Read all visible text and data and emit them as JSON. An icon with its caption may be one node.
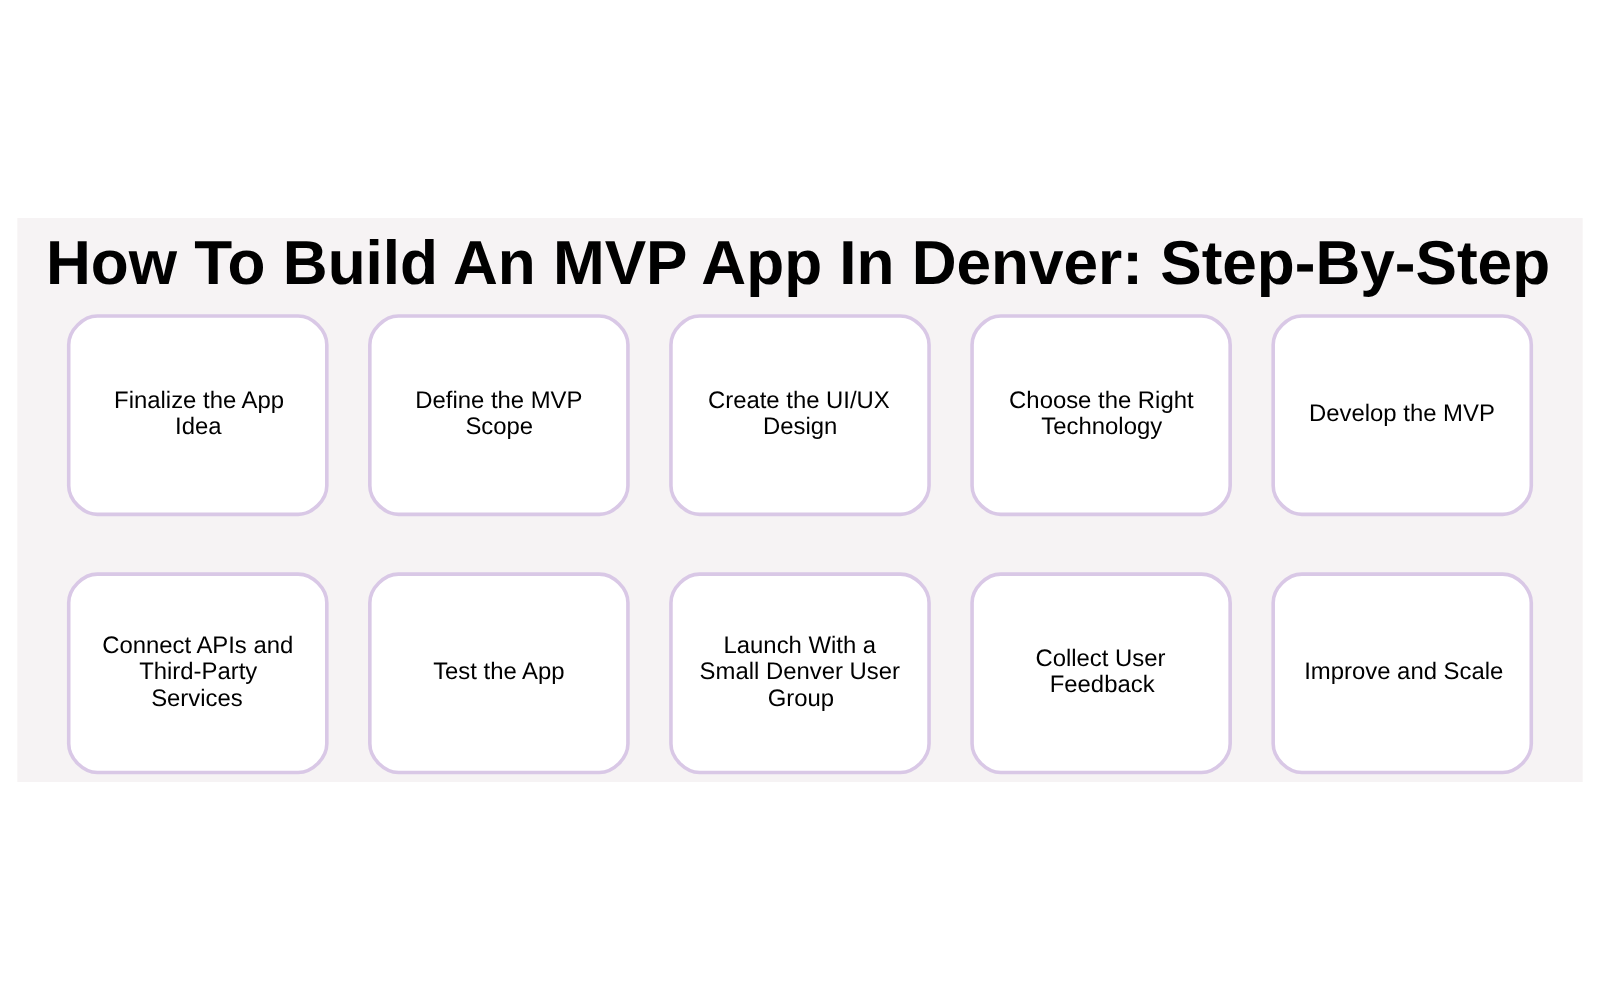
{
  "diagram": {
    "title": "How To Build An MVP App In Denver: Step-By-Step",
    "nodes": [
      {
        "text": [
          "Finalize the App Idea"
        ]
      },
      {
        "text": [
          "Define the MVP Scope"
        ]
      },
      {
        "text": [
          "Create the UI/UX Design"
        ]
      },
      {
        "text": [
          "Choose the Right Technology"
        ]
      },
      {
        "text": [
          "Develop the MVP"
        ]
      },
      {
        "text": [
          "Connect APIs and Third-Party Services"
        ]
      },
      {
        "text": [
          "Test the App"
        ]
      },
      {
        "text": [
          "Launch With a Small Denver User Group"
        ]
      },
      {
        "text": [
          "Collect User Feedback"
        ]
      },
      {
        "text": [
          "Improve and Scale"
        ]
      }
    ]
  }
}
